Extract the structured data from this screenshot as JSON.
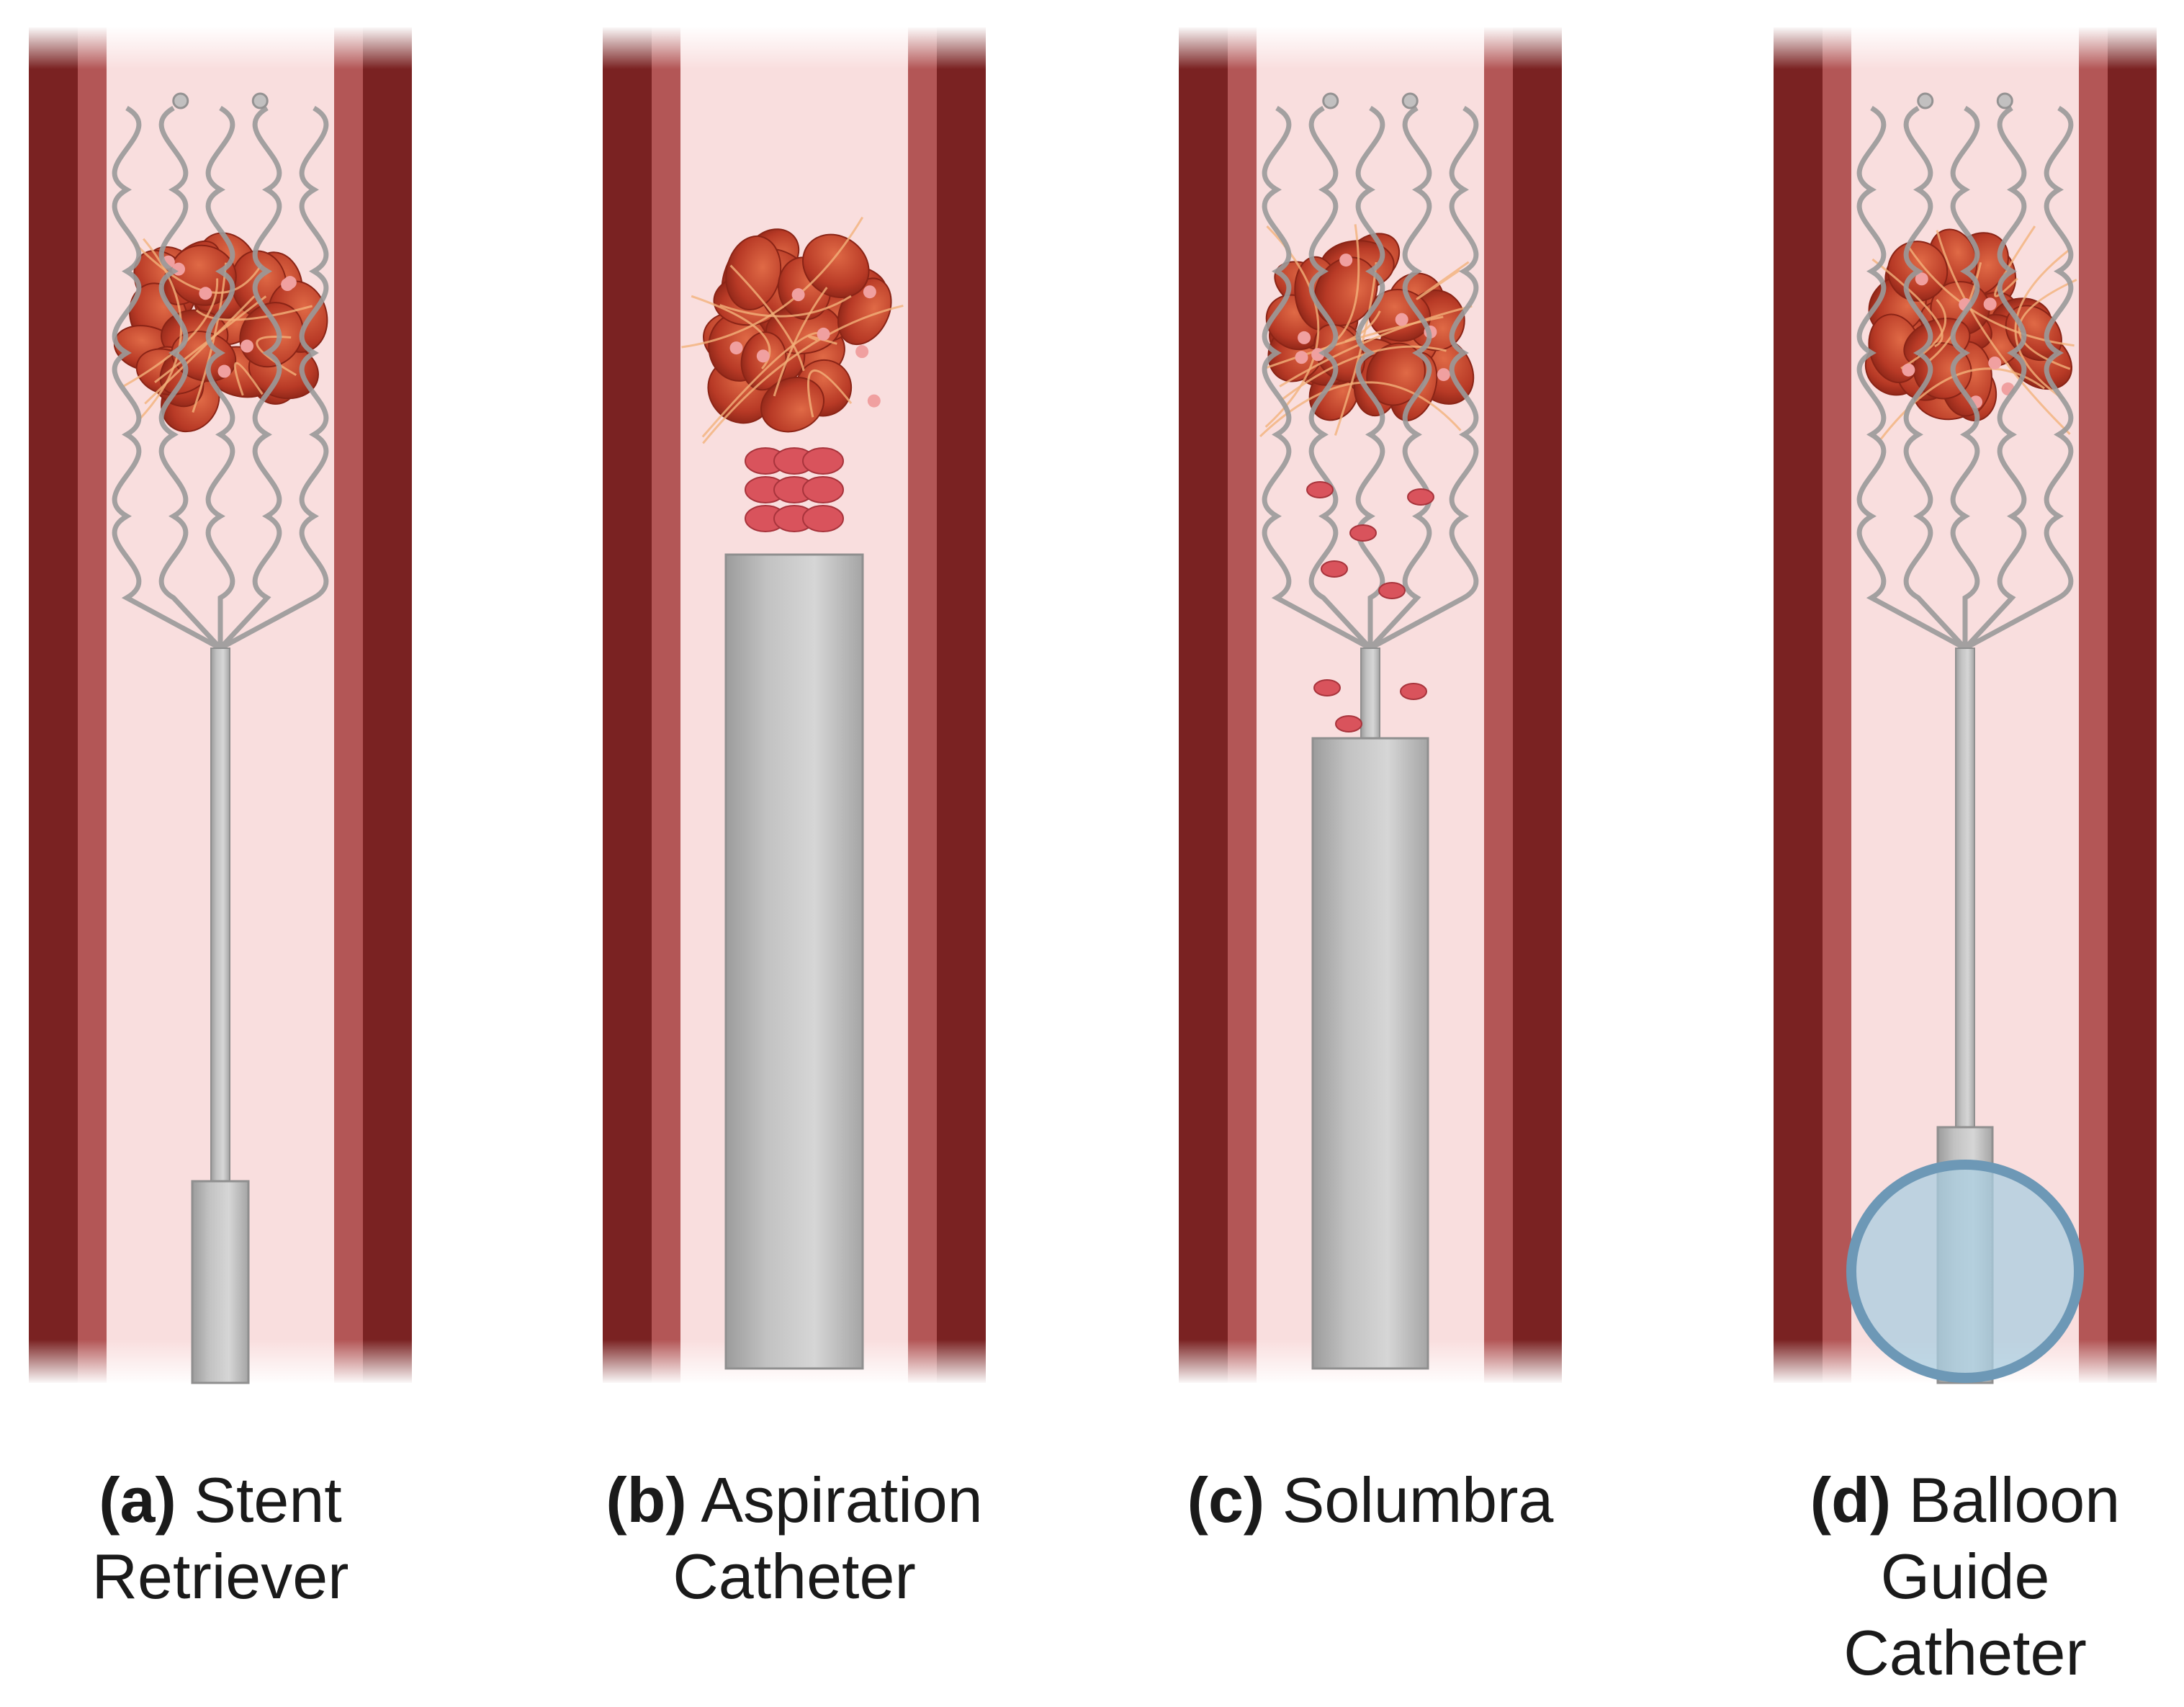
{
  "colors": {
    "vessel_wall_dark": "#7a2222",
    "vessel_wall_mid": "#b35656",
    "lumen": "#f9dede",
    "device_gray": "#b7b7b7",
    "clot_red": "#c9452e",
    "balloon_blue": "#a9cde0",
    "balloon_edge": "#6d98b6"
  },
  "panels": [
    {
      "letter": "(a)",
      "lines": [
        "Stent",
        "Retriever"
      ],
      "device": "stent-retriever"
    },
    {
      "letter": "(b)",
      "lines": [
        "Aspiration",
        "Catheter"
      ],
      "device": "aspiration-catheter"
    },
    {
      "letter": "(c)",
      "lines": [
        "Solumbra"
      ],
      "device": "solumbra"
    },
    {
      "letter": "(d)",
      "lines": [
        "Balloon",
        "Guide",
        "Catheter"
      ],
      "device": "balloon-guide-catheter"
    }
  ]
}
